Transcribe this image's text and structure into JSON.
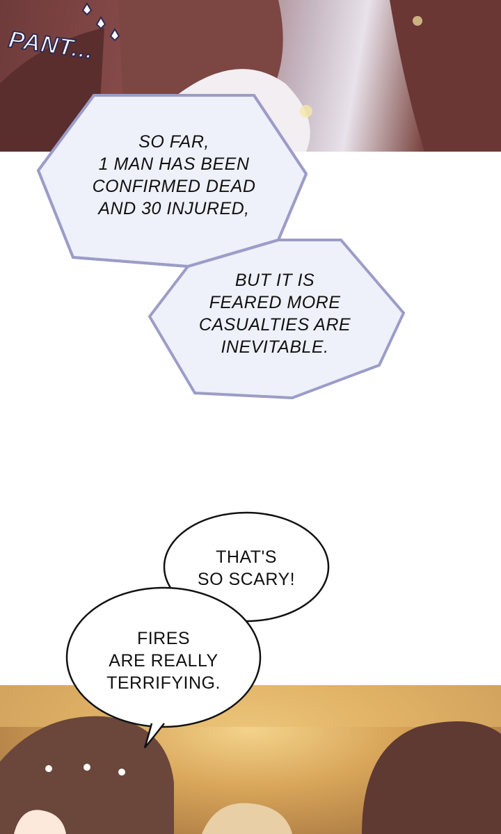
{
  "sfx": {
    "pant": "PANT..."
  },
  "narration": {
    "box1_lines": [
      "SO FAR,",
      "1 MAN HAS BEEN",
      "CONFIRMED DEAD",
      "AND 30 INJURED,"
    ],
    "box2_lines": [
      "BUT IT IS",
      "FEARED MORE",
      "CASUALTIES ARE",
      "INEVITABLE."
    ]
  },
  "dialogue": {
    "bubble1_lines": [
      "THAT'S",
      "SO SCARY!"
    ],
    "bubble2_lines": [
      "FIRES",
      "ARE REALLY",
      "TERRIFYING."
    ]
  },
  "colors": {
    "narration_fill": "#eef0fa",
    "narration_stroke": "#9c9cc8",
    "bubble_stroke": "#111111"
  }
}
